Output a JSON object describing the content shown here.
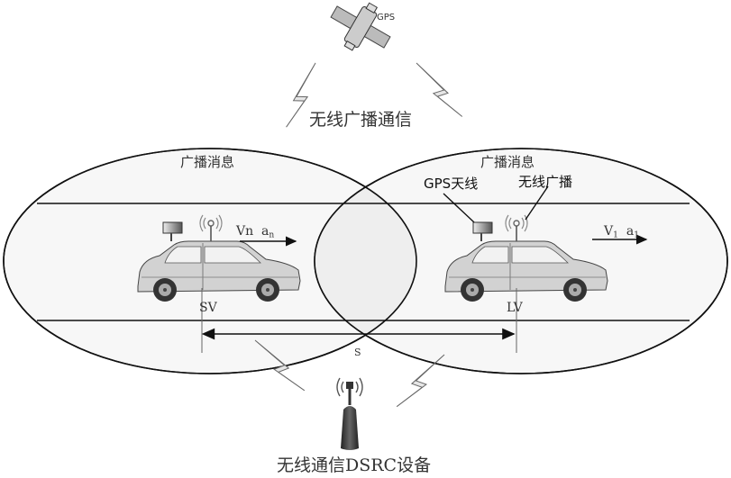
{
  "diagram": {
    "satellite": {
      "label": "GPS",
      "icon": "satellite-icon"
    },
    "top_title": "无线广播通信",
    "left_zone": {
      "label": "广播消息"
    },
    "right_zone": {
      "label": "广播消息"
    },
    "right_callouts": {
      "gps_antenna": "GPS天线",
      "wireless_broadcast": "无线广播"
    },
    "following_vehicle": {
      "label": "SV",
      "velocity": "Vn",
      "accel_base": "a",
      "accel_sub": "n"
    },
    "lead_vehicle": {
      "label": "LV",
      "velocity_base": "V",
      "velocity_sub": "1",
      "accel_base": "a",
      "accel_sub": "1"
    },
    "distance_label": "S",
    "roadside_unit": {
      "label": "无线通信DSRC设备",
      "icon": "radio-tower-icon"
    },
    "icons": [
      "satellite-icon",
      "lightning-icon",
      "car-icon",
      "antenna-icon",
      "radio-tower-icon",
      "arrow-icon"
    ],
    "colors": {
      "ellipse_fill": "#f7f7f7",
      "overlap_fill": "#eeeeee",
      "stroke": "#111111",
      "car_body": "#cfcfcf",
      "tower": "#3a3a3a"
    }
  }
}
